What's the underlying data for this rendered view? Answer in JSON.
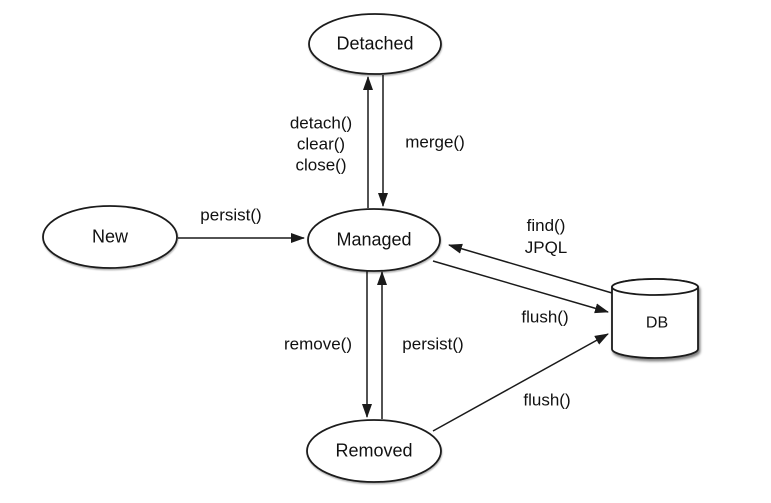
{
  "colors": {
    "ink": "#1a1a1a",
    "text": "#111111",
    "background": "#ffffff"
  },
  "diagram": {
    "states": {
      "detached": {
        "label": "Detached"
      },
      "new": {
        "label": "New"
      },
      "managed": {
        "label": "Managed"
      },
      "removed": {
        "label": "Removed"
      },
      "db": {
        "label": "DB"
      }
    },
    "transitions": {
      "new_to_managed": {
        "label": "persist()"
      },
      "managed_to_detached": {
        "lines": [
          "detach()",
          "clear()",
          "close()"
        ]
      },
      "detached_to_managed": {
        "label": "merge()"
      },
      "db_to_managed": {
        "lines": [
          "find()",
          "JPQL"
        ]
      },
      "managed_to_db": {
        "label": "flush()"
      },
      "managed_to_removed": {
        "label": "remove()"
      },
      "removed_to_managed": {
        "label": "persist()"
      },
      "removed_to_db": {
        "label": "flush()"
      }
    }
  }
}
